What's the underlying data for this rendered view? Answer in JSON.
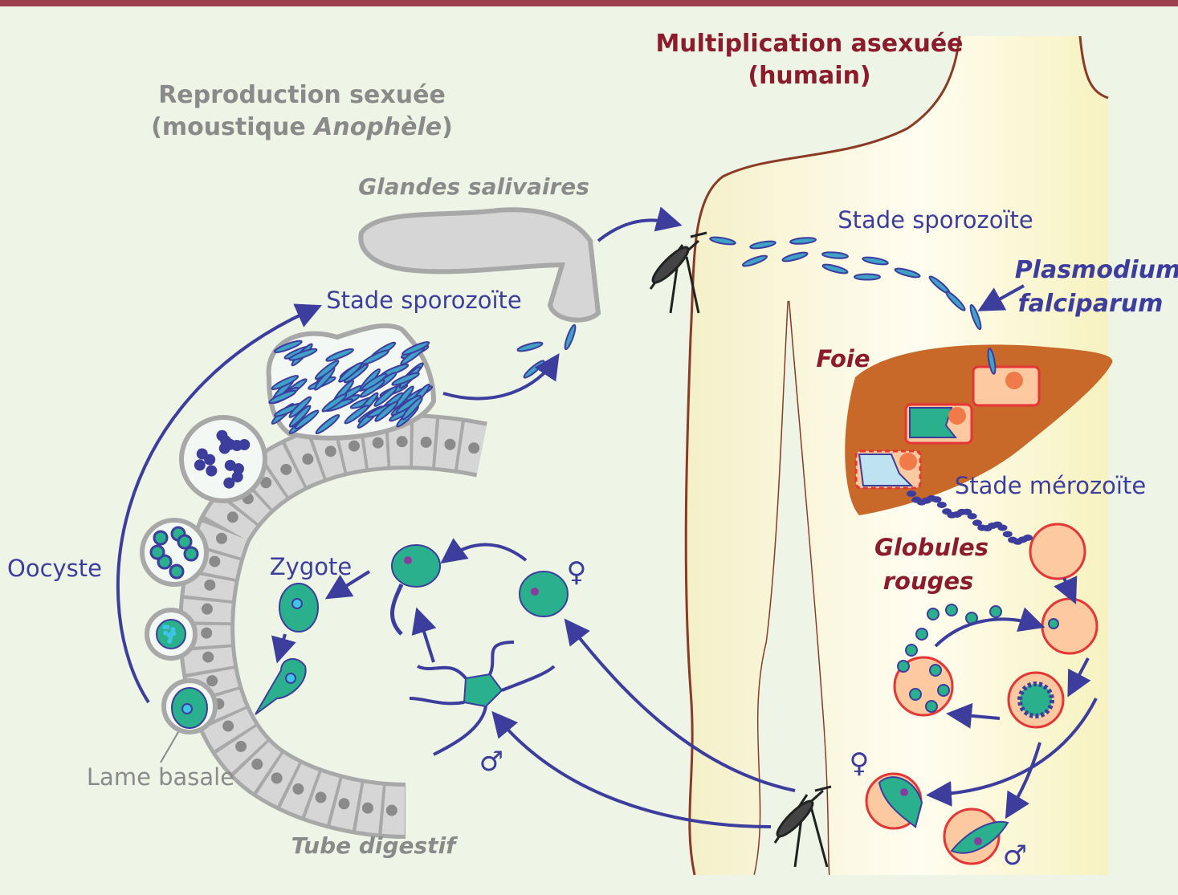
{
  "colors": {
    "background": "#eef5e6",
    "top_bar": "#9b3f4e",
    "arrow_blue": "#3d3d9e",
    "human_body": "#fbf6d2",
    "body_outline": "#8b3a26",
    "liver": "#c8692a",
    "red_blood_cell": "#fcc9a0",
    "cell_outline": "#e53535",
    "parasite_teal": "#2ab08c",
    "gut_gray": "#d2d2d2"
  },
  "labels": {
    "human_title_1": "Multiplication asexuée",
    "human_title_2": "(humain)",
    "mosquito_title_1": "Reproduction sexuée",
    "mosquito_title_2_prefix": "(moustique ",
    "mosquito_title_2_italic": "Anophèle",
    "mosquito_title_2_suffix": ")",
    "salivary_glands": "Glandes salivaires",
    "sporozoite_mosquito": "Stade sporozoïte",
    "sporozoite_human": "Stade sporozoïte",
    "species_1": "Plasmodium",
    "species_2": "falciparum",
    "liver": "Foie",
    "merozoite": "Stade mérozoïte",
    "rbc_1": "Globules",
    "rbc_2": "rouges",
    "oocyst": "Oocyste",
    "zygote": "Zygote",
    "basal_lamina": "Lame basale",
    "gut": "Tube digestif",
    "female_symbol": "♀",
    "male_symbol": "♂"
  }
}
